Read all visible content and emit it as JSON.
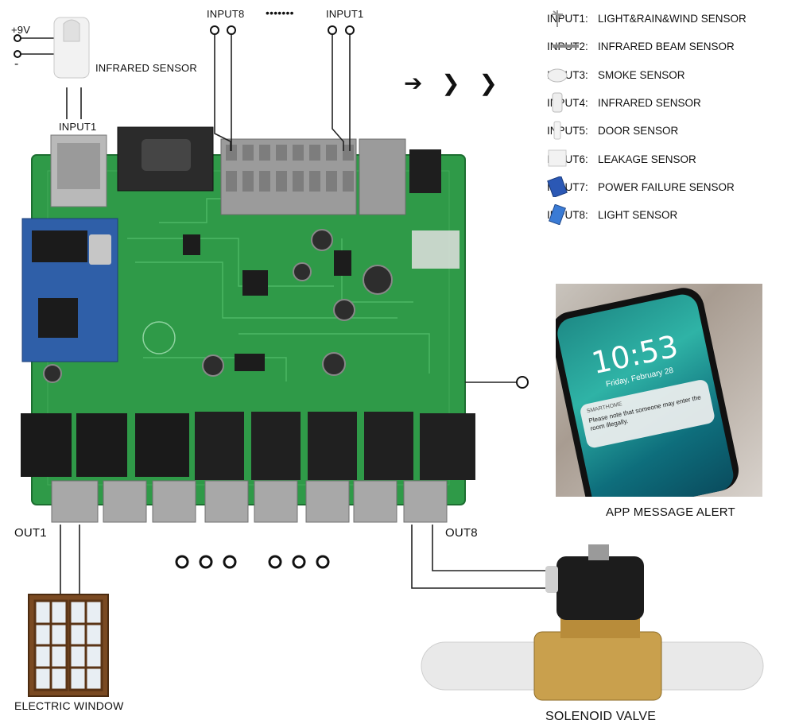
{
  "sensor": {
    "voltage_label": "+9V",
    "minus_label": "-",
    "name": "INFRARED SENSOR",
    "input_label": "INPUT1"
  },
  "terminals": {
    "input8": "INPUT8",
    "dots": "•••••••",
    "input1": "INPUT1"
  },
  "arrows": "➔ ❯ ❯",
  "inputs_list": [
    {
      "key": "INPUT1:",
      "value": "LIGHT&RAIN&WIND SENSOR",
      "icon": "wind-sensor-icon"
    },
    {
      "key": "INPUT2:",
      "value": "INFRARED BEAM SENSOR",
      "icon": "beam-sensor-icon"
    },
    {
      "key": "INPUT3:",
      "value": "SMOKE SENSOR",
      "icon": "smoke-sensor-icon"
    },
    {
      "key": "INPUT4:",
      "value": "INFRARED SENSOR",
      "icon": "infrared-sensor-icon"
    },
    {
      "key": "INPUT5:",
      "value": "DOOR SENSOR",
      "icon": "door-sensor-icon"
    },
    {
      "key": "INPUT6:",
      "value": "LEAKAGE SENSOR",
      "icon": "leakage-sensor-icon"
    },
    {
      "key": "INPUT7:",
      "value": "POWER FAILURE SENSOR",
      "icon": "power-failure-sensor-icon"
    },
    {
      "key": "INPUT8:",
      "value": "LIGHT SENSOR",
      "icon": "light-sensor-icon"
    }
  ],
  "phone": {
    "time": "10:53",
    "date": "Friday, February 28",
    "app": "SMARTHOME",
    "message": "Please note that someone may enter the room illegally.",
    "caption": "APP MESSAGE ALERT"
  },
  "outputs": {
    "out1": "OUT1",
    "out8": "OUT8"
  },
  "window_caption": "ELECTRIC WINDOW",
  "valve_caption": "SOLENOID VALVE"
}
